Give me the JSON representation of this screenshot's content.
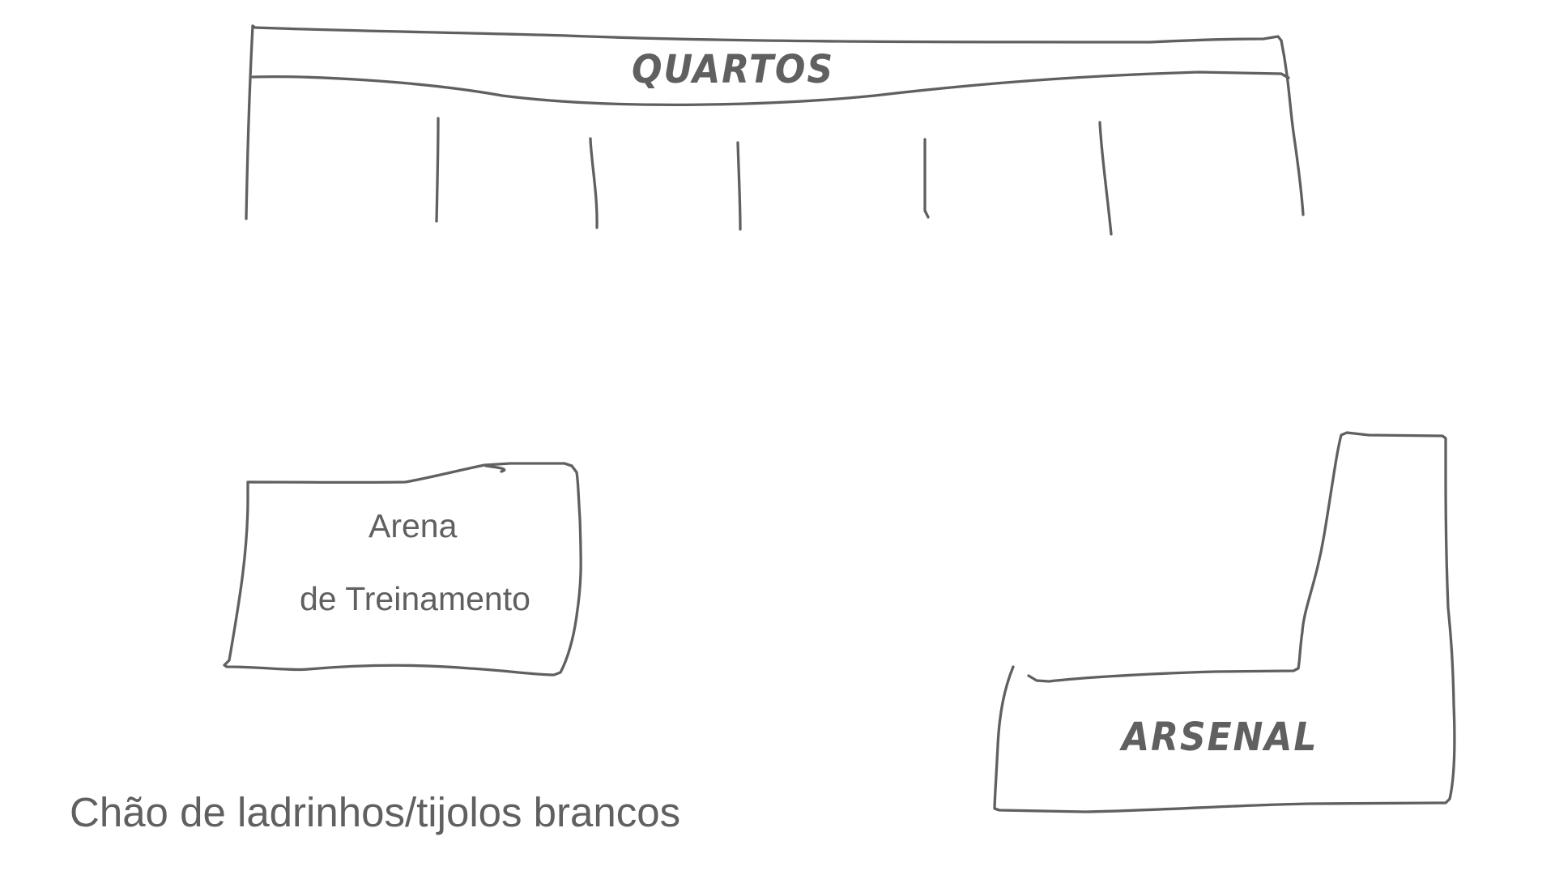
{
  "diagram": {
    "rooms": {
      "quartos": {
        "label": "QUARTOS"
      },
      "arena": {
        "line1": "Arena",
        "line2": "de Treinamento"
      },
      "arsenal": {
        "label": "ARSENAL"
      }
    },
    "floor_note": "Chão de ladrinhos/tijolos brancos"
  },
  "colors": {
    "ink": "#606060",
    "background": "#ffffff"
  }
}
